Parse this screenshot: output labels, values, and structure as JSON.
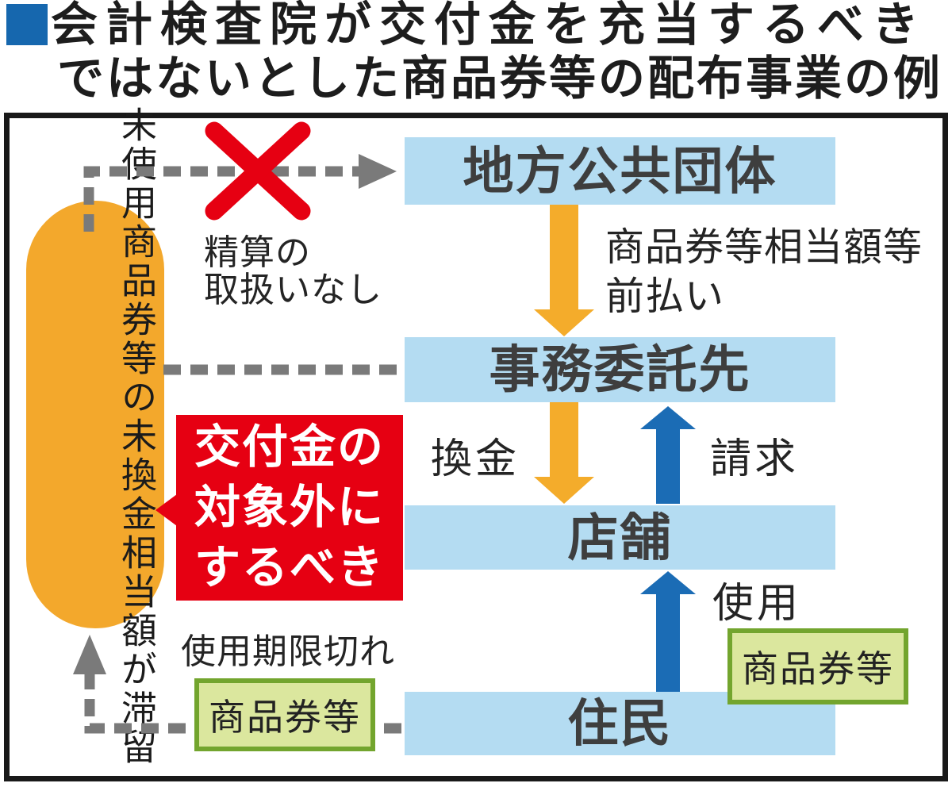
{
  "title": {
    "line1": "会計検査院が交付金を充当するべき",
    "line2": "ではないとした商品券等の配布事業の例"
  },
  "nodes": {
    "municipality": "地方公共団体",
    "contractor": "事務委託先",
    "store": "店舗",
    "residents": "住民"
  },
  "flow_labels": {
    "prepay_line1": "商品券等相当額等",
    "prepay_line2": "前払い",
    "redeem": "換金",
    "bill": "請求",
    "use": "使用"
  },
  "voucher_tags": {
    "bottom_left": "商品券等",
    "right": "商品券等"
  },
  "annotations": {
    "no_settlement_line1": "精算の",
    "no_settlement_line2": "取扱いなし",
    "expired": "使用期限切れ",
    "stagnation_col_right": "未使用商品券等の",
    "stagnation_col_left": "未換金相当額が滞留",
    "exclude_line1": "交付金の",
    "exclude_line2": "対象外に",
    "exclude_line3": "するべき"
  },
  "colors": {
    "node_fill": "#B4DCF2",
    "arrow_orange": "#F4AC2B",
    "arrow_blue": "#1B6CB5",
    "capsule_orange": "#F3A82C",
    "alert_red": "#E60012",
    "voucher_fill": "#DBE79E",
    "voucher_border": "#73A52E",
    "dash_gray": "#7A7A7A",
    "title_bullet_blue": "#1667AE",
    "title_text": "#1D1D1D"
  }
}
